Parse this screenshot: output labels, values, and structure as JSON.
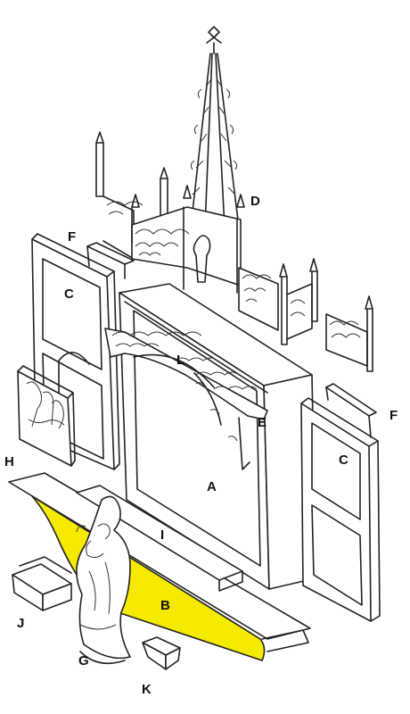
{
  "diagram": {
    "highlight_color": "#f5ea00",
    "line_color": "#222222",
    "labels": {
      "A": "A",
      "B": "B",
      "C": "C",
      "D": "D",
      "E": "E",
      "F": "F",
      "G": "G",
      "H": "H",
      "I": "I",
      "J": "J",
      "K": "K",
      "L": "L"
    }
  }
}
